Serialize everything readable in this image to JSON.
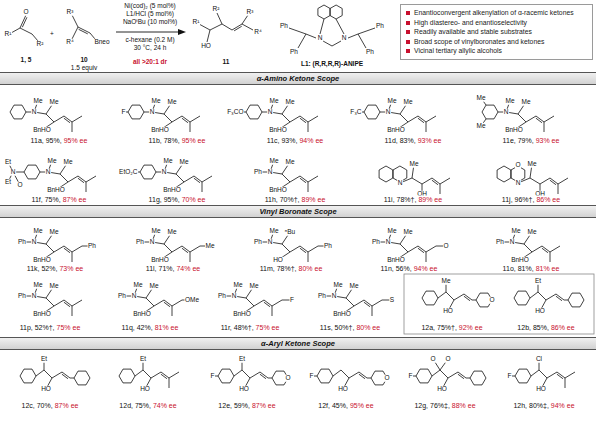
{
  "diagram": {
    "nodes": [
      {
        "text": [
          "Enantioconvergent alkenylation of α-racemic ketones",
          "High diastereo- and enantioselectivity",
          "Readily available and stable substrates",
          "Broad scope of vinylboronates and ketones",
          "Vicinal tertiary allylic alcohols"
        ]
      },
      {
        "text": [
          "α-Amino Ketone Scope"
        ]
      },
      {
        "text": [
          "Vinyl Boronate Scope"
        ]
      },
      {
        "text": [
          "α-Aryl Ketone Scope"
        ]
      }
    ],
    "labels": [
      "R¹",
      "O",
      "R²",
      "1, 5",
      "+",
      "R³",
      "R⁴",
      "Bneo",
      "10",
      "1.5 equiv",
      "Ni(cod)₂ (5 mol%)",
      "L1/HCl (5 mol%)",
      "NaOᵗBu (10 mol%)",
      "c-hexane (0.2 M)",
      "30 °C, 24 h",
      "all >20:1 dr",
      "R¹",
      "R²",
      "HO",
      "R³",
      "R⁴",
      "11",
      "Ph",
      "Ph",
      "Ph",
      "Ph",
      "N",
      "N",
      "L1: (R,R,R,R)-ANIPE",
      "N",
      "Me",
      "Me",
      "BnHO",
      "11a, 95%,",
      "95% ee",
      "F",
      "N",
      "Me",
      "Me",
      "BnHO",
      "11b, 78%,",
      "95% ee",
      "F₃CO",
      "N",
      "Me",
      "Me",
      "BnHO",
      "11c, 93%,",
      "94% ee",
      "F₃C",
      "N",
      "Me",
      "Me",
      "BnHO",
      "11d, 83%,",
      "93% ee",
      "Me",
      "Me",
      "N",
      "Me",
      "Me",
      "BnHO",
      "11e, 79%,",
      "93% ee",
      "Et",
      "N",
      "Et",
      "O",
      "N",
      "Me",
      "Me",
      "BnHO",
      "11f, 75%,",
      "87% ee",
      "EtO₂C",
      "N",
      "Me",
      "Me",
      "BnHO",
      "11g, 95%,",
      "70% ee",
      "Ph",
      "N",
      "Me",
      "Me",
      "BnHO",
      "11h, 70%†,",
      "89% ee",
      "Me",
      "OH",
      "N",
      "11i, 78%†,",
      "89% ee",
      "Me",
      "OH",
      "N",
      "O",
      "11j, 96%†,",
      "86% ee",
      "Ph",
      "N",
      "Me",
      "Me",
      "BnHO",
      "Ph",
      "11k, 52%,",
      "73% ee",
      "Ph",
      "N",
      "Me",
      "Me",
      "BnHO",
      "Me",
      "11l, 71%,",
      "74% ee",
      "Ph",
      "N",
      "ⁿBu",
      "Me",
      "HO",
      "Ph",
      "11m, 78%†,",
      "80% ee",
      "Ph",
      "N",
      "Me",
      "Me",
      "BnHO",
      "O",
      "11n, 56%,",
      "94% ee",
      "Ph",
      "N",
      "Me",
      "Me",
      "BnHO",
      "11o, 81%,",
      "81% ee",
      "Ph",
      "N",
      "Me",
      "Me",
      "BnHO",
      "11p, 52%†,",
      "75% ee",
      "Ph",
      "N",
      "Me",
      "Me",
      "BnHO",
      "OMe",
      "11q, 42%,",
      "81% ee",
      "Ph",
      "N",
      "Me",
      "Me",
      "BnHO",
      "F",
      "11r, 48%†,",
      "75% ee",
      "Ph",
      "N",
      "Me",
      "Me",
      "BnHO",
      "S",
      "11s, 50%†,",
      "80% ee",
      "Me",
      "HO",
      "O",
      "12a, 75%†,",
      "92% ee",
      "Et",
      "HO",
      "12b, 85%,",
      "86% ee",
      "Et",
      "HO",
      "12c, 70%,",
      "87% ee",
      "Et",
      "HO",
      "12d, 75%,",
      "74% ee",
      "F",
      "Et",
      "HO",
      "O",
      "12e, 59%,",
      "87% ee",
      "F",
      "HO",
      "O",
      "12f, 45%,",
      "95% ee",
      "F",
      "O",
      "O",
      "HO",
      "12g, 76%‡,",
      "88% ee",
      "F",
      "Cl",
      "HO",
      "12h, 80%‡,",
      "94% ee"
    ]
  }
}
